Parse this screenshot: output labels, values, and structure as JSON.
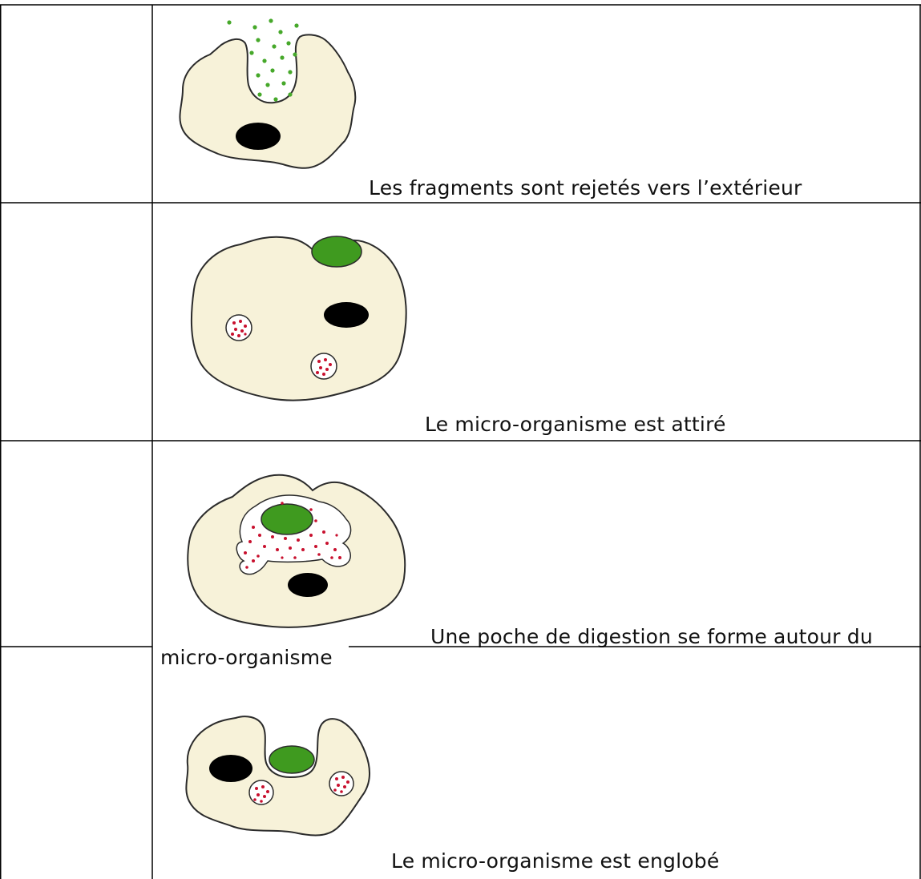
{
  "rows": [
    {
      "caption": "Les fragments sont rejetés vers l’extérieur"
    },
    {
      "caption": "Le micro-organisme est attiré"
    },
    {
      "caption_line1": "Une poche de digestion se forme autour du",
      "caption_line2": "micro-organisme"
    },
    {
      "caption": "Le micro-organisme est englobé"
    }
  ],
  "colors": {
    "cell_body": "#f7f2d9",
    "outline": "#2b2b2b",
    "nucleus": "#000000",
    "microorganism": "#3f9a1f",
    "fragments": "#46a82a",
    "lysosome_dots": "#c8102e",
    "table_border": "#000000"
  }
}
